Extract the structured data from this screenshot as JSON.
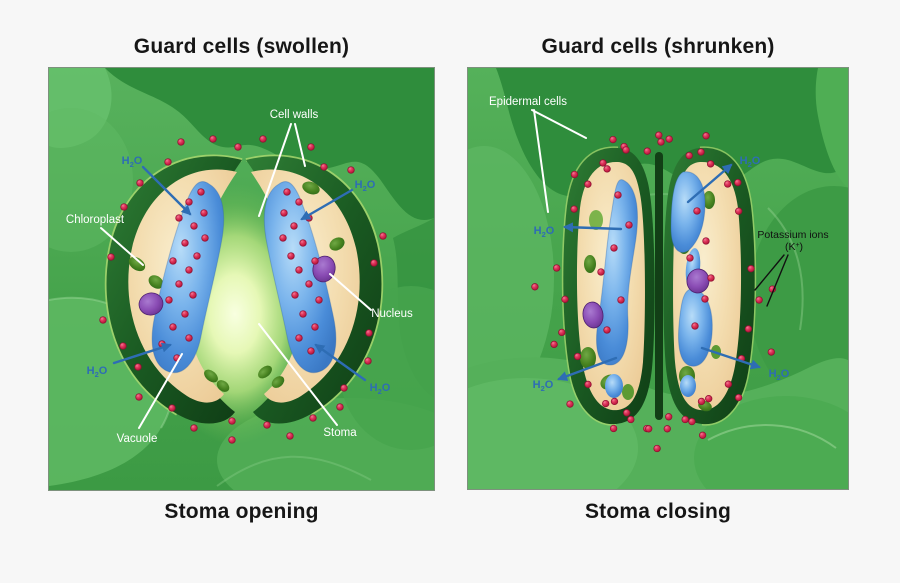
{
  "h2o": {
    "h": "H",
    "sub": "2",
    "o": "O"
  },
  "left": {
    "title": "Guard cells (swollen)",
    "caption": "Stoma opening",
    "labels": {
      "cell_walls": "Cell walls",
      "chloroplast": "Chloroplast",
      "nucleus": "Nucleus",
      "vacuole": "Vacuole",
      "stoma": "Stoma"
    }
  },
  "right": {
    "title": "Guard cells (shrunken)",
    "caption": "Stoma closing",
    "labels": {
      "epidermal_cells": "Epidermal cells",
      "potassium": "Potassium ions",
      "k_open": "(K",
      "k_sup": "+",
      "k_close": ")"
    }
  },
  "colors": {
    "water_blue": "#2e6db4",
    "ion_red": "#c61f45",
    "label_white": "#ffffff",
    "title_black": "#161616",
    "leaf_green": "#46a34c",
    "dark_epidermis": "#2f8d3c",
    "wall_dark_green": "#134418",
    "cytoplasm_beige": "#f3dcae",
    "vacuole_blue": "#4a8cd8",
    "nucleus_purple": "#8a4cb4"
  }
}
